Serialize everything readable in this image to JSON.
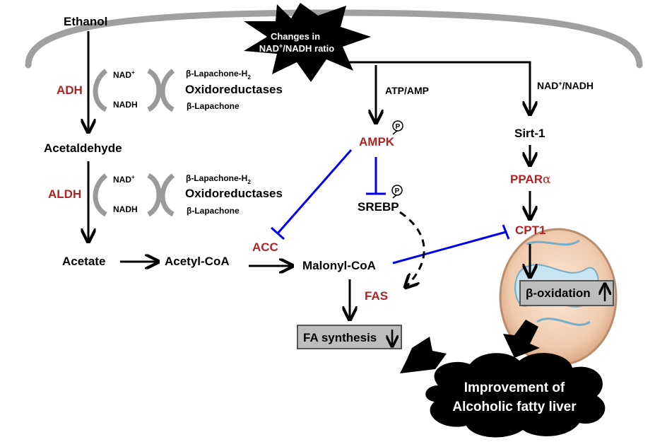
{
  "left_pathway": {
    "ethanol": "Ethanol",
    "adh": "ADH",
    "acetaldehyde": "Acetaldehyde",
    "aldh": "ALDH",
    "acetate": "Acetate",
    "acetyl_coa": "Acetyl-CoA"
  },
  "cofactor_cycle_1": {
    "nad_plus": "NAD",
    "nad_plus_sup": "+",
    "nadh": "NADH",
    "lapachone_h2": "β-Lapachone-H",
    "lapachone_h2_sub": "2",
    "oxidoreductases": "Oxidoreductases",
    "lapachone": "β-Lapachone"
  },
  "cofactor_cycle_2": {
    "nad_plus": "NAD",
    "nad_plus_sup": "+",
    "nadh": "NADH",
    "lapachone_h2": "β-Lapachone-H",
    "lapachone_h2_sub": "2",
    "oxidoreductases": "Oxidoreductases",
    "lapachone": "β-Lapachone"
  },
  "trigger": {
    "line1": "Changes in",
    "line2_pre": "NAD",
    "line2_sup": "+",
    "line2_post": "/NADH ratio"
  },
  "middle_pathway": {
    "atp_amp": "ATP/AMP",
    "ampk": "AMPK",
    "phospho": "P",
    "srebp": "SREBP",
    "acc": "ACC",
    "malonyl_coa": "Malonyl-CoA",
    "fas": "FAS",
    "fa_synthesis": "FA synthesis"
  },
  "right_pathway": {
    "nad_nadh_pre": "NAD",
    "nad_nadh_sup": "+",
    "nad_nadh_post": "/NADH",
    "sirt1": "Sirt-1",
    "ppara_pre": "PPAR",
    "ppara_greek": "α",
    "cpt1": "CPT1",
    "beta_oxidation": "β-oxidation"
  },
  "outcome": {
    "line1": "Improvement of",
    "line2": "Alcoholic fatty liver"
  },
  "colors": {
    "enzyme_red": "#b22222",
    "inhibit_blue": "#0000ee",
    "arrow_black": "#000000",
    "cycle_gray": "#9a9a9a",
    "box_gray": "#bdbdbd"
  }
}
